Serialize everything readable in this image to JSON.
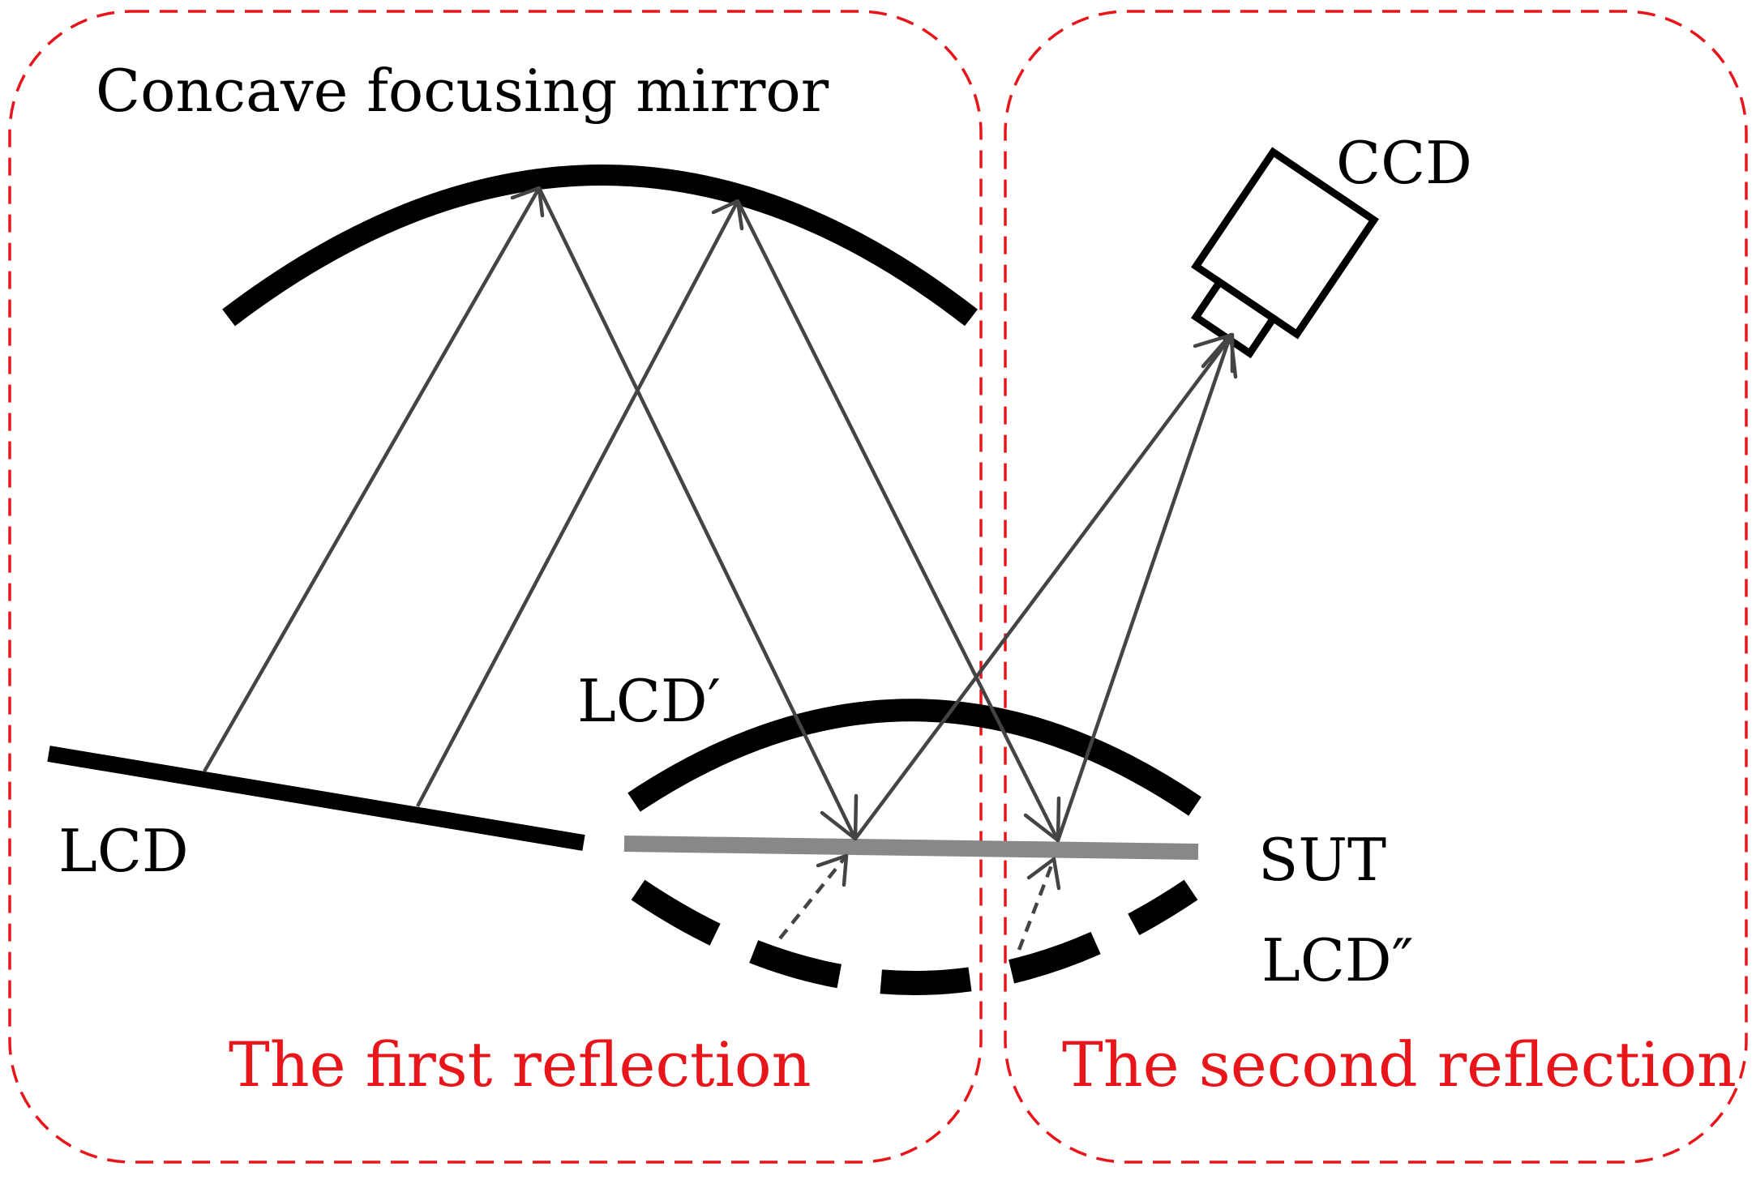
{
  "labels": {
    "mirror": "Concave focusing mirror",
    "ccd": "CCD",
    "lcd_prime": "LCD′",
    "lcd": "LCD",
    "sut": "SUT",
    "lcd_double_prime": "LCD″"
  },
  "regions": {
    "first": "The first reflection",
    "second": "The second reflection"
  },
  "colors": {
    "region_border": "#e8161b",
    "region_text": "#e8161b",
    "ray": "#444444",
    "sut": "#888888",
    "component": "#000000"
  }
}
